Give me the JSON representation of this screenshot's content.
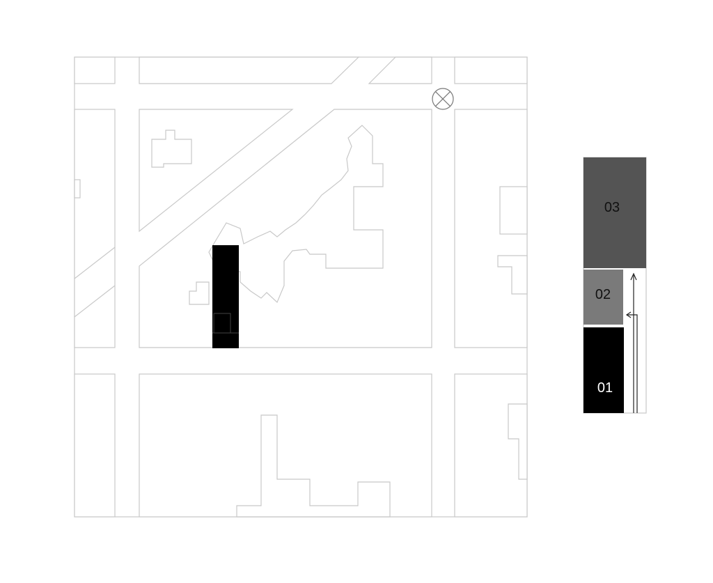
{
  "colors": {
    "background": "#ffffff",
    "map_lines": "#c8c8c8",
    "building_highlight": "#000000",
    "zone_01": "#000000",
    "zone_02": "#7a7a7a",
    "zone_03": "#545454",
    "arrows": "#222222"
  },
  "map": {
    "north_marker_icon": "crossed-circle-icon"
  },
  "legend": {
    "zones": [
      {
        "id": "01",
        "label": "01",
        "color": "#000000",
        "text_color": "#ffffff"
      },
      {
        "id": "02",
        "label": "02",
        "color": "#7a7a7a",
        "text_color": "#111111"
      },
      {
        "id": "03",
        "label": "03",
        "color": "#545454",
        "text_color": "#111111"
      }
    ]
  }
}
